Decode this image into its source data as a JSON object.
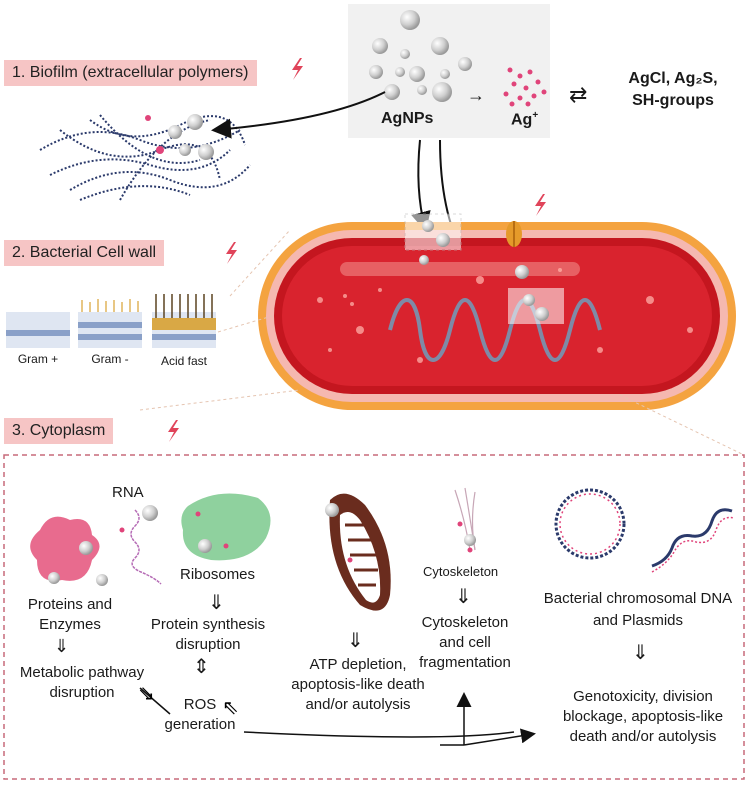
{
  "sections": {
    "biofilm": "1. Biofilm (extracellular polymers)",
    "cell_wall": "2. Bacterial Cell wall",
    "cytoplasm": "3. Cytoplasm"
  },
  "silver": {
    "agnps": "AgNPs",
    "ag_ion": "Ag",
    "ag_ion_sup": "+",
    "arrow": "→",
    "equilibrium": "⇄",
    "products_line1": "AgCl, Ag₂S,",
    "products_line2": "SH-groups"
  },
  "wall_types": [
    "Gram +",
    "Gram -",
    "Acid fast"
  ],
  "cytoplasm": {
    "rna": "RNA",
    "ribosomes": "Ribosomes",
    "proteins_line1": "Proteins and",
    "proteins_line2": "Enzymes",
    "cytoskeleton": "Cytoskeleton",
    "dna_line1": "Bacterial chromosomal DNA",
    "dna_line2": "and Plasmids",
    "protein_synth_line1": "Protein synthesis",
    "protein_synth_line2": "disruption",
    "metabolic_line1": "Metabolic pathway",
    "metabolic_line2": "disruption",
    "ros_line1": "ROS",
    "ros_line2": "generation",
    "atp_line1": "ATP depletion,",
    "atp_line2": "apoptosis-like death",
    "atp_line3": "and/or autolysis",
    "cytosk_line1": "Cytoskeleton",
    "cytosk_line2": "and cell",
    "cytosk_line3": "fragmentation",
    "geno_line1": "Genotoxicity, division",
    "geno_line2": "blockage, apoptosis-like",
    "geno_line3": "death and/or autolysis",
    "down_arrow": "⇓",
    "updown_arrow": "⇕"
  },
  "colors": {
    "label_bg": "#f6c5c5",
    "bolt": "#e0445a",
    "cell_outer": "#f4a340",
    "cell_body": "#d9232e",
    "dashed_border": "#c76a7a",
    "ribosome": "#8fd19e",
    "protein": "#e86b8e"
  }
}
